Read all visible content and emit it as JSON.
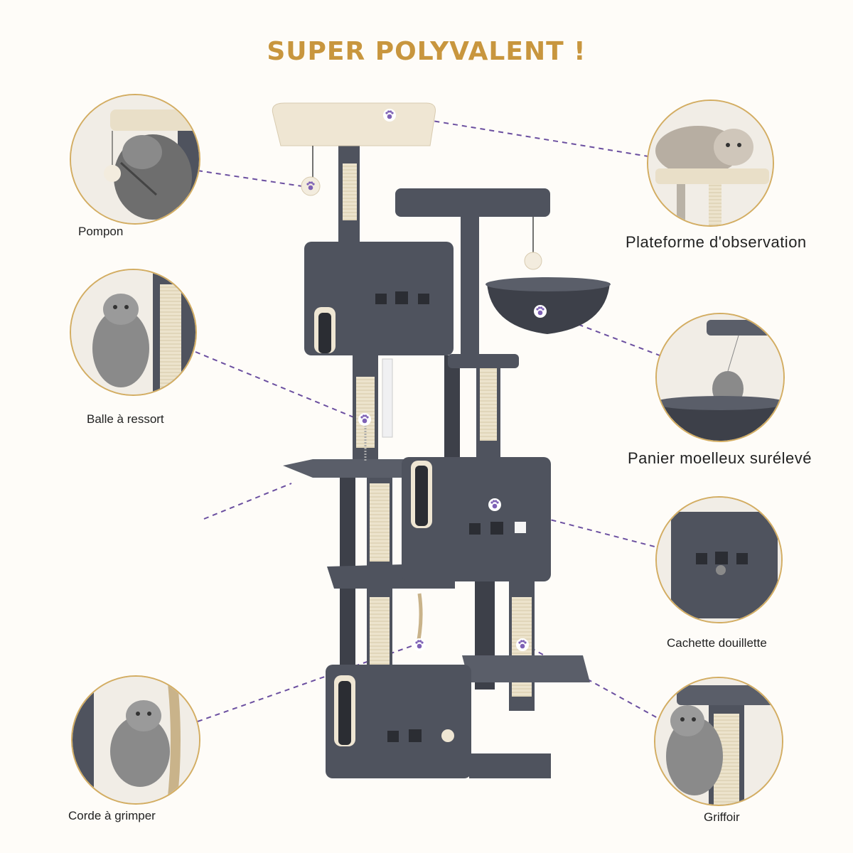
{
  "title": "SUPER POLYVALENT !",
  "colors": {
    "title": "#c8963e",
    "circle_border": "#d3ad62",
    "connector": "#6b4fa0",
    "plush": "#4f535e",
    "plush_dark": "#3d4049",
    "beige": "#efe6d3",
    "sisal": "#ece3cc"
  },
  "features": [
    {
      "label": "Pompon",
      "icon": "pompom-icon"
    },
    {
      "label": "Plateforme d'observation",
      "icon": "observation-platform-icon"
    },
    {
      "label": "Balle à ressort",
      "icon": "spring-ball-icon"
    },
    {
      "label": "Panier moelleux surélevé",
      "icon": "hammock-basket-icon"
    },
    {
      "label": "Cachette douillette",
      "icon": "condo-hideout-icon"
    },
    {
      "label": "Corde à grimper",
      "icon": "climbing-rope-icon"
    },
    {
      "label": "Griffoir",
      "icon": "scratching-post-icon"
    }
  ],
  "marker_icon": "paw-print-icon"
}
